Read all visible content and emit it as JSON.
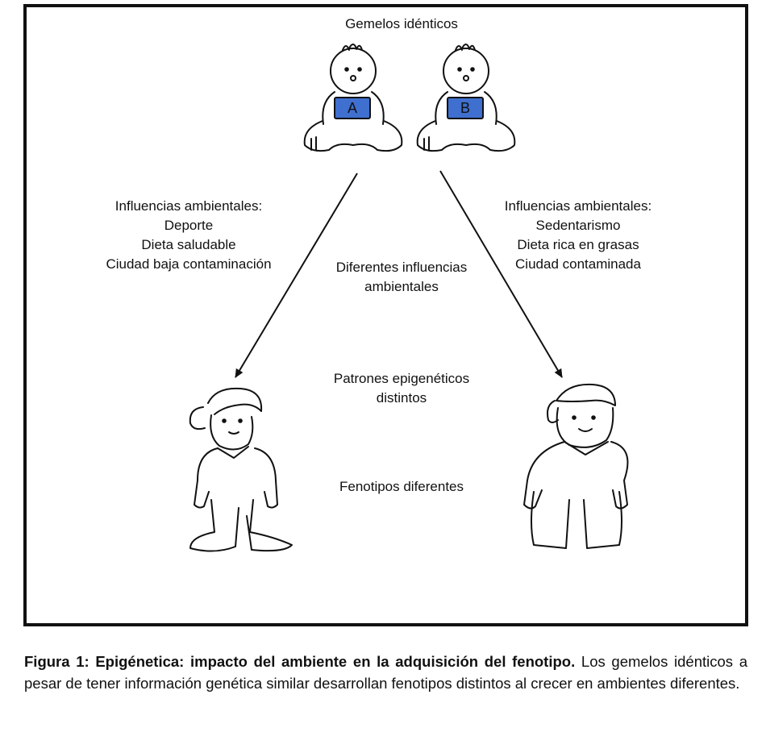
{
  "title": "Gemelos idénticos",
  "twins": [
    {
      "badge": "A",
      "influences_heading": "Influencias ambientales:",
      "influences": [
        "Deporte",
        "Dieta saludable",
        "Ciudad baja contaminación"
      ]
    },
    {
      "badge": "B",
      "influences_heading": "Influencias ambientales:",
      "influences": [
        "Sedentarismo",
        "Dieta rica en grasas",
        "Ciudad contaminada"
      ]
    }
  ],
  "center_notes": {
    "influences": [
      "Diferentes influencias",
      "ambientales"
    ],
    "patterns": [
      "Patrones epigenéticos",
      "distintos"
    ],
    "phenotypes": "Fenotipos diferentes"
  },
  "caption": {
    "bold": "Figura 1: Epigénetica: impacto del ambiente en la adquisición del fenotipo.",
    "text": " Los gemelos idénticos a pesar de tener información genética similar desarrollan fenotipos distintos al crecer en ambientes diferentes."
  },
  "colors": {
    "badge": "#3F6FCF",
    "line": "#111111"
  }
}
